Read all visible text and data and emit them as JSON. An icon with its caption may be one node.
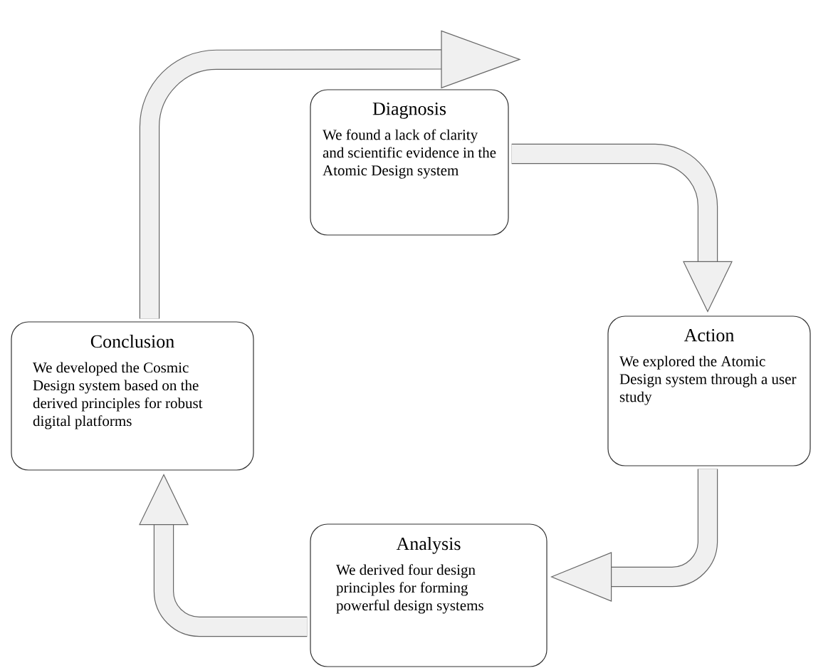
{
  "diagram": {
    "nodes": [
      {
        "text": [
          "Diagnosis",
          "We found a lack of clarity and scientific evidence in the Atomic Design system"
        ]
      },
      {
        "text": [
          "Action",
          "We explored the Atomic Design system through a user study"
        ]
      },
      {
        "text": [
          "Analysis",
          "We derived four design principles for forming powerful design systems"
        ]
      },
      {
        "text": [
          "Conclusion",
          "We developed the Cosmic Design system based on the derived principles for robust digital platforms"
        ]
      }
    ],
    "edges": [
      {
        "from": 3,
        "to": 0,
        "arrow": "to"
      },
      {
        "from": 0,
        "to": 1,
        "arrow": "to"
      },
      {
        "from": 1,
        "to": 2,
        "arrow": "to"
      },
      {
        "from": 2,
        "to": 3,
        "arrow": "to"
      }
    ]
  }
}
